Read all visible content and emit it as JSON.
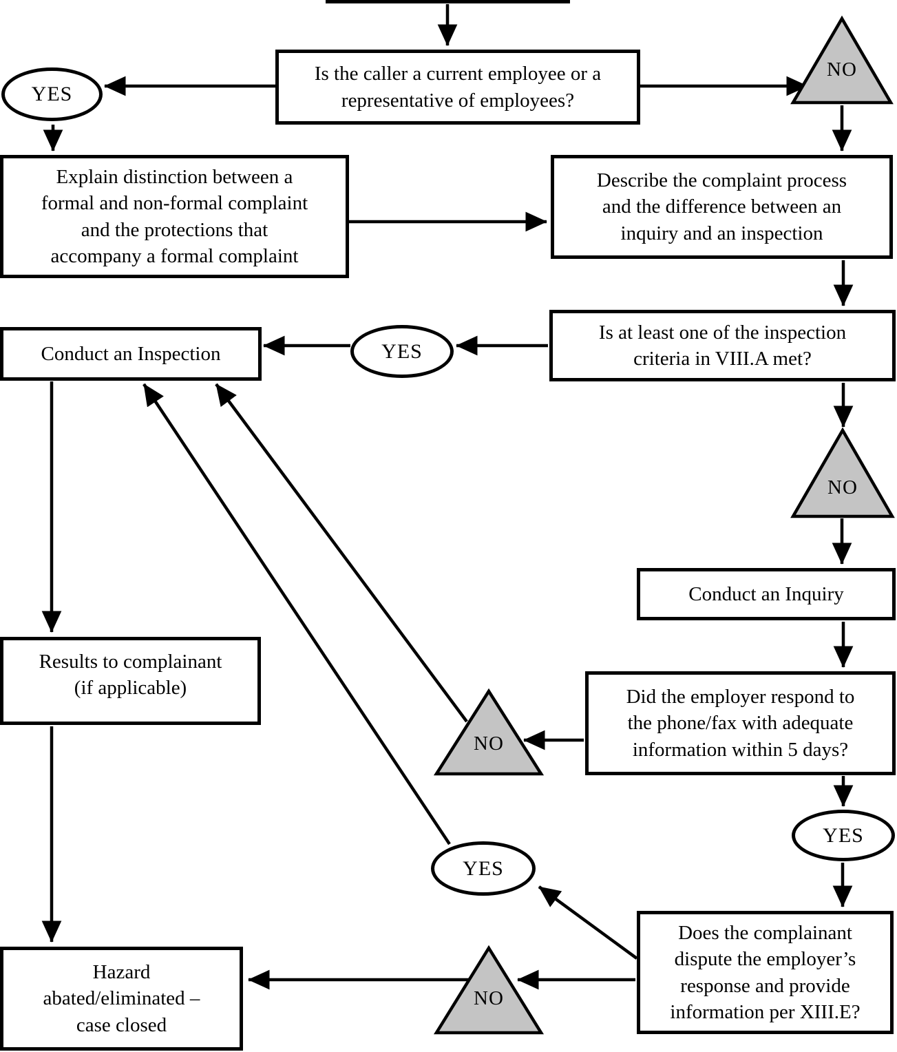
{
  "diagram": {
    "type": "flowchart",
    "labels": {
      "yes": "YES",
      "no": "NO"
    },
    "colors": {
      "triangle_fill": "#c4c4c4",
      "line": "#000000",
      "node_fill": "#ffffff",
      "node_border": "#000000"
    },
    "nodes": {
      "question_caller": {
        "lines": [
          "Is the caller a current employee or a",
          "representative of employees?"
        ]
      },
      "explain_distinction": {
        "lines": [
          "Explain distinction between a",
          "formal and non-formal complaint",
          "and the protections that",
          "accompany a formal complaint"
        ]
      },
      "describe_process": {
        "lines": [
          "Describe the complaint process",
          "and the difference between an",
          "inquiry and an inspection"
        ]
      },
      "inspection_criteria": {
        "lines": [
          "Is at least one of the inspection",
          "criteria in VIII.A met?"
        ]
      },
      "conduct_inspection": {
        "lines": [
          "Conduct an Inspection"
        ]
      },
      "conduct_inquiry": {
        "lines": [
          "Conduct an Inquiry"
        ]
      },
      "results_complainant": {
        "lines": [
          "Results to complainant",
          "(if applicable)"
        ]
      },
      "employer_respond": {
        "lines": [
          "Did the employer respond to",
          "the phone/fax with adequate",
          "information within 5 days?"
        ]
      },
      "complainant_dispute": {
        "lines": [
          "Does the complainant",
          "dispute the employer’s",
          "response and provide",
          "information per XIII.E?"
        ]
      },
      "hazard_abated": {
        "lines": [
          "Hazard",
          "abated/eliminated –",
          "case closed"
        ]
      }
    }
  }
}
